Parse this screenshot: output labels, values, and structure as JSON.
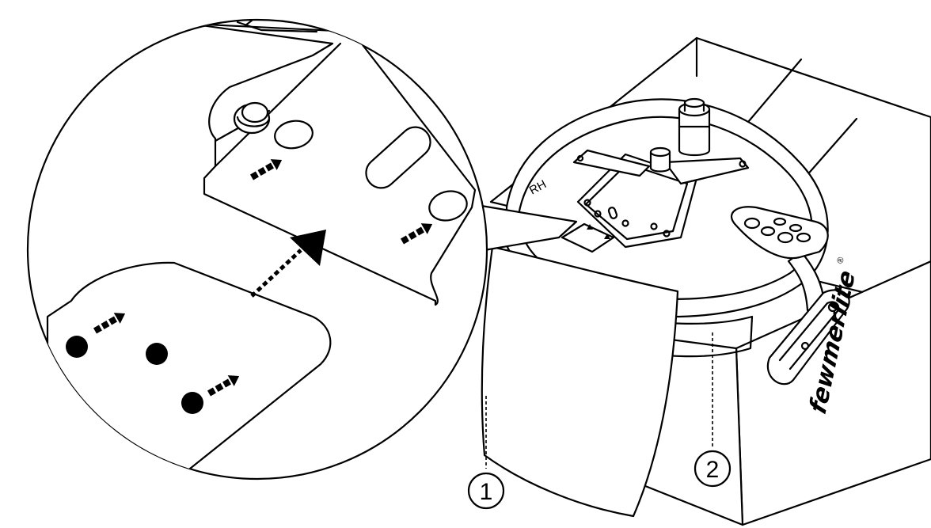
{
  "labels": {
    "side_marker": "RH",
    "callout_1": "1",
    "callout_2": "2",
    "brand": "fewmerlite",
    "brand_mark": "®"
  },
  "colors": {
    "ink": "#000000",
    "paper": "#ffffff"
  },
  "icons": {
    "direction_arrow": "dashed-arrow-icon",
    "callout": "numbered-circle-icon"
  }
}
